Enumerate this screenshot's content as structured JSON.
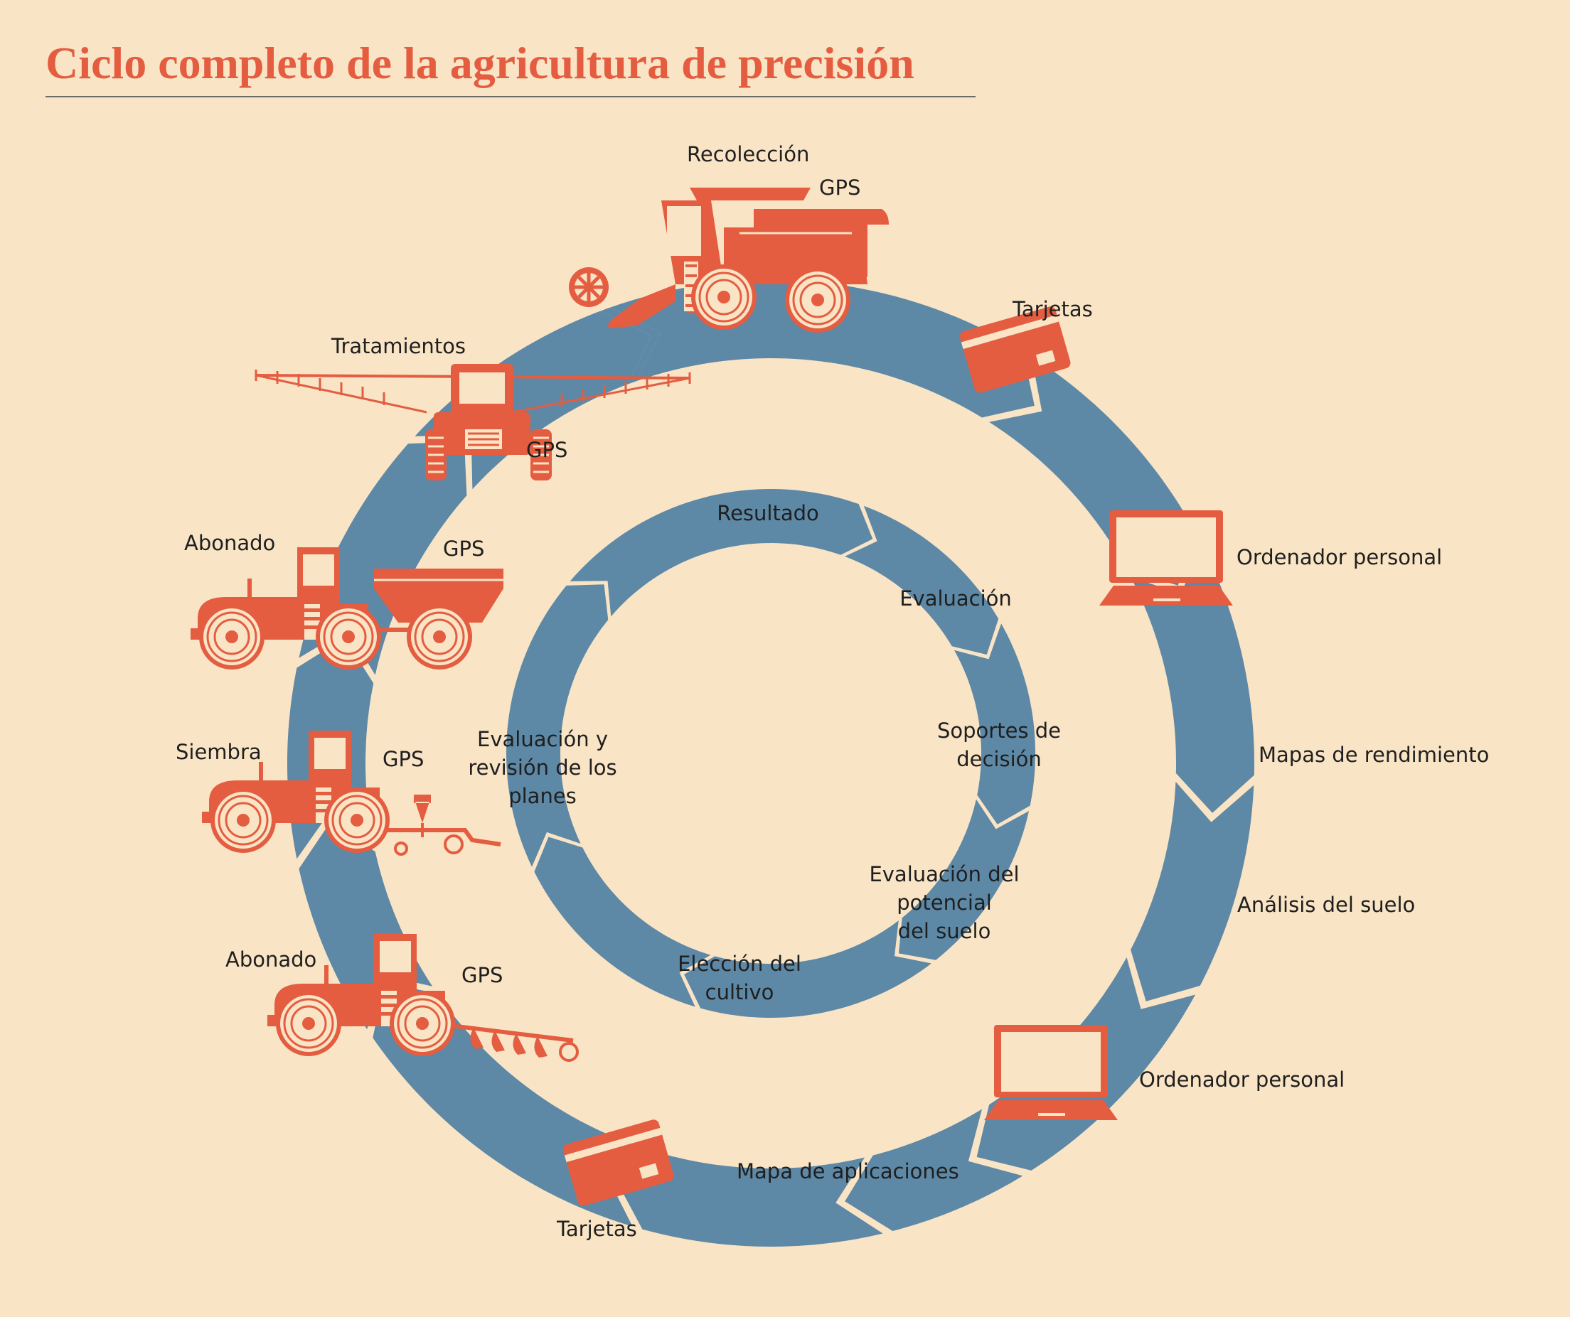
{
  "title": "Ciclo completo de la agricultura de precisión",
  "colors": {
    "background": "#f9e4c5",
    "ring": "#5d88a6",
    "icon": "#e45d41",
    "title": "#e45d41"
  },
  "outer_labels": {
    "recoleccion": "Recolección",
    "gps_recoleccion": "GPS",
    "tarjetas_top": "Tarjetas",
    "ordenador_top": "Ordenador personal",
    "mapas_rendimiento": "Mapas de rendimiento",
    "analisis_suelo": "Análisis del suelo",
    "ordenador_bottom": "Ordenador personal",
    "mapa_aplicaciones": "Mapa de aplicaciones",
    "tarjetas_bottom": "Tarjetas",
    "abonado_bottom": "Abonado",
    "gps_abonado_bottom": "GPS",
    "siembra": "Siembra",
    "gps_siembra": "GPS",
    "abonado_top": "Abonado",
    "gps_abonado_top": "GPS",
    "tratamientos": "Tratamientos",
    "gps_tratamientos": "GPS"
  },
  "inner_labels": {
    "resultado": "Resultado",
    "evaluacion": "Evaluación",
    "soportes": "Soportes de\ndecisión",
    "potencial": "Evaluación del\npotencial\ndel suelo",
    "eleccion": "Elección del\ncultivo",
    "revision": "Evaluación y\nrevisión de los\nplanes"
  },
  "icons": [
    "combine-harvester-icon",
    "card-icon",
    "laptop-icon",
    "tractor-sprayer-icon",
    "tractor-spreader-icon",
    "tractor-seeder-icon",
    "tractor-plough-icon"
  ]
}
